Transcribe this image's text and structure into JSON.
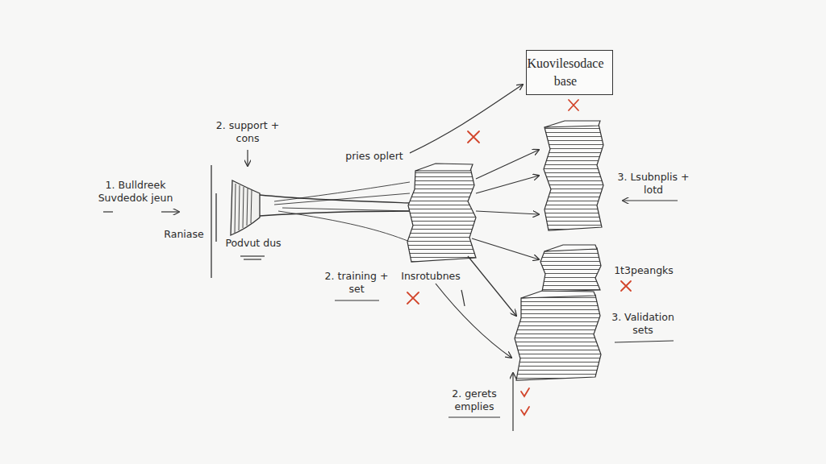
{
  "diagram": {
    "nodes": [
      {
        "text": [
          "Kuovilesodace base"
        ]
      }
    ],
    "labels": [
      "2. support + cons",
      "1. Bulldreek Suvdedok jeun",
      "Raniase",
      "Podvut dus",
      "pries oplert",
      "3. Lsubnplis + lotd",
      "2. training + set",
      "Insrotubnes",
      "1t3peangks",
      "3. Validation sets",
      "2. gerets emplies"
    ]
  }
}
